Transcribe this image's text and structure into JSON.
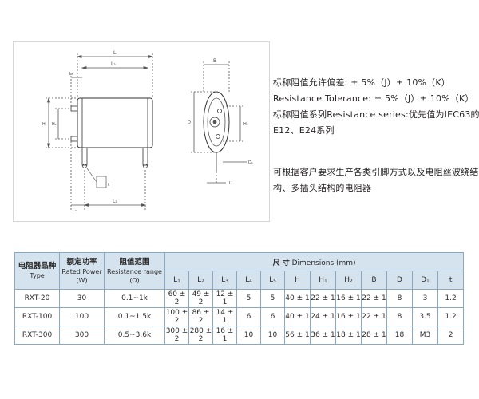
{
  "spec_text": {
    "line1": "标称阻值允许偏差: ± 5%（J）± 10%（K）",
    "line2": "Resistance Tolerance: ± 5%（J）± 10%（K）",
    "line3": "标称阻值系列Resistance series:优先值为IEC63的",
    "line4": "E12、E24系列",
    "line5": "可根据客户要求生产各类引脚方式以及电阻丝波绕结",
    "line6": "构、多插头结构的电阻器"
  },
  "drawing": {
    "dim_L": "L",
    "dim_L1": "L₁",
    "dim_L2": "L₂",
    "dim_L3": "L₃",
    "dim_L4": "L₄",
    "dim_L5": "L₅",
    "dim_H": "H",
    "dim_H1": "H₁",
    "dim_H2": "H₂",
    "dim_B": "B",
    "dim_D": "D",
    "dim_D1": "D₁",
    "dim_t": "t"
  },
  "table": {
    "header": {
      "type_cn": "电阻器品种",
      "type_en": "Type",
      "power_cn": "额定功率",
      "power_en": "Rated Power",
      "power_unit": "(W)",
      "range_cn": "阻值范围",
      "range_en": "Resistance range",
      "range_unit": "(Ω)",
      "dim_cn": "尺 寸",
      "dim_en": "Dimensions (mm)",
      "dim_cols": {
        "L1": "L",
        "L1_sub": "1",
        "L2": "L",
        "L2_sub": "2",
        "L3": "L",
        "L3_sub": "3",
        "L4": "L",
        "L4_sub": "4",
        "L5": "L",
        "L5_sub": "5",
        "H": "H",
        "H1": "H",
        "H1_sub": "1",
        "H2": "H",
        "H2_sub": "2",
        "B": "B",
        "D": "D",
        "D1": "D",
        "D1_sub": "1",
        "t": "t"
      }
    },
    "rows": [
      {
        "type": "RXT-20",
        "power": "30",
        "range": "0.1~1k",
        "L1": "60 ± 2",
        "L2": "49 ± 2",
        "L3": "12 ± 1",
        "L4": "5",
        "L5": "5",
        "H": "40 ± 1",
        "H1": "22 ± 1",
        "H2": "16 ± 1",
        "B": "22 ± 1",
        "D": "8",
        "D1": "3",
        "t": "1.2"
      },
      {
        "type": "RXT-100",
        "power": "100",
        "range": "0.1~1.5k",
        "L1": "100 ± 2",
        "L2": "86 ± 2",
        "L3": "14 ± 1",
        "L4": "6",
        "L5": "6",
        "H": "40 ± 1",
        "H1": "24 ± 1",
        "H2": "16 ± 1",
        "B": "22 ± 1",
        "D": "8",
        "D1": "3.5",
        "t": "1.2"
      },
      {
        "type": "RXT-300",
        "power": "300",
        "range": "0.5~3.6k",
        "L1": "300 ± 2",
        "L2": "280 ± 2",
        "L3": "16 ± 1",
        "L4": "10",
        "L5": "10",
        "H": "56 ± 1",
        "H1": "36 ± 1",
        "H2": "18 ± 1",
        "B": "28 ± 1",
        "D": "18",
        "D1": "M3",
        "t": "2"
      }
    ]
  }
}
